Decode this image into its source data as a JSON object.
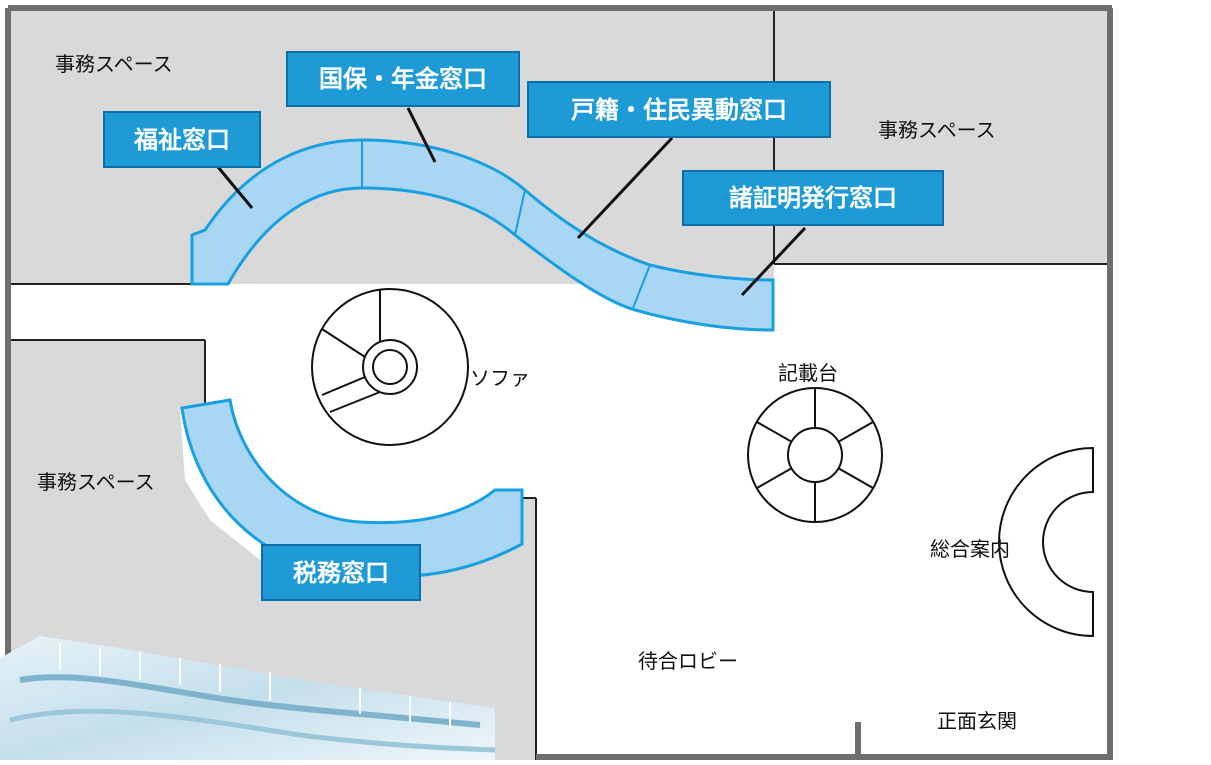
{
  "colors": {
    "office": "#d9d9d9",
    "wall": "#6e6e6e",
    "counter_fill": "#a9d6f2",
    "counter_stroke": "#18a0e0",
    "label_bg": "#1e9ad6",
    "label_border": "#0d6fa8",
    "label_text": "#ffffff",
    "line": "#111111"
  },
  "areas": {
    "office_top_left": "事務スペース",
    "office_top_right": "事務スペース",
    "office_left": "事務スペース",
    "sofa": "ソファ",
    "writing_desk": "記載台",
    "info_desk": "総合案内",
    "lobby": "待合ロビー",
    "entrance": "正面玄関"
  },
  "counters": {
    "welfare": "福祉窓口",
    "insurance_pension": "国保・年金窓口",
    "family_register": "戸籍・住民異動窓口",
    "certificates": "諸証明発行窓口",
    "tax": "税務窓口"
  },
  "photo": {
    "icon": "building-interior-photo"
  }
}
